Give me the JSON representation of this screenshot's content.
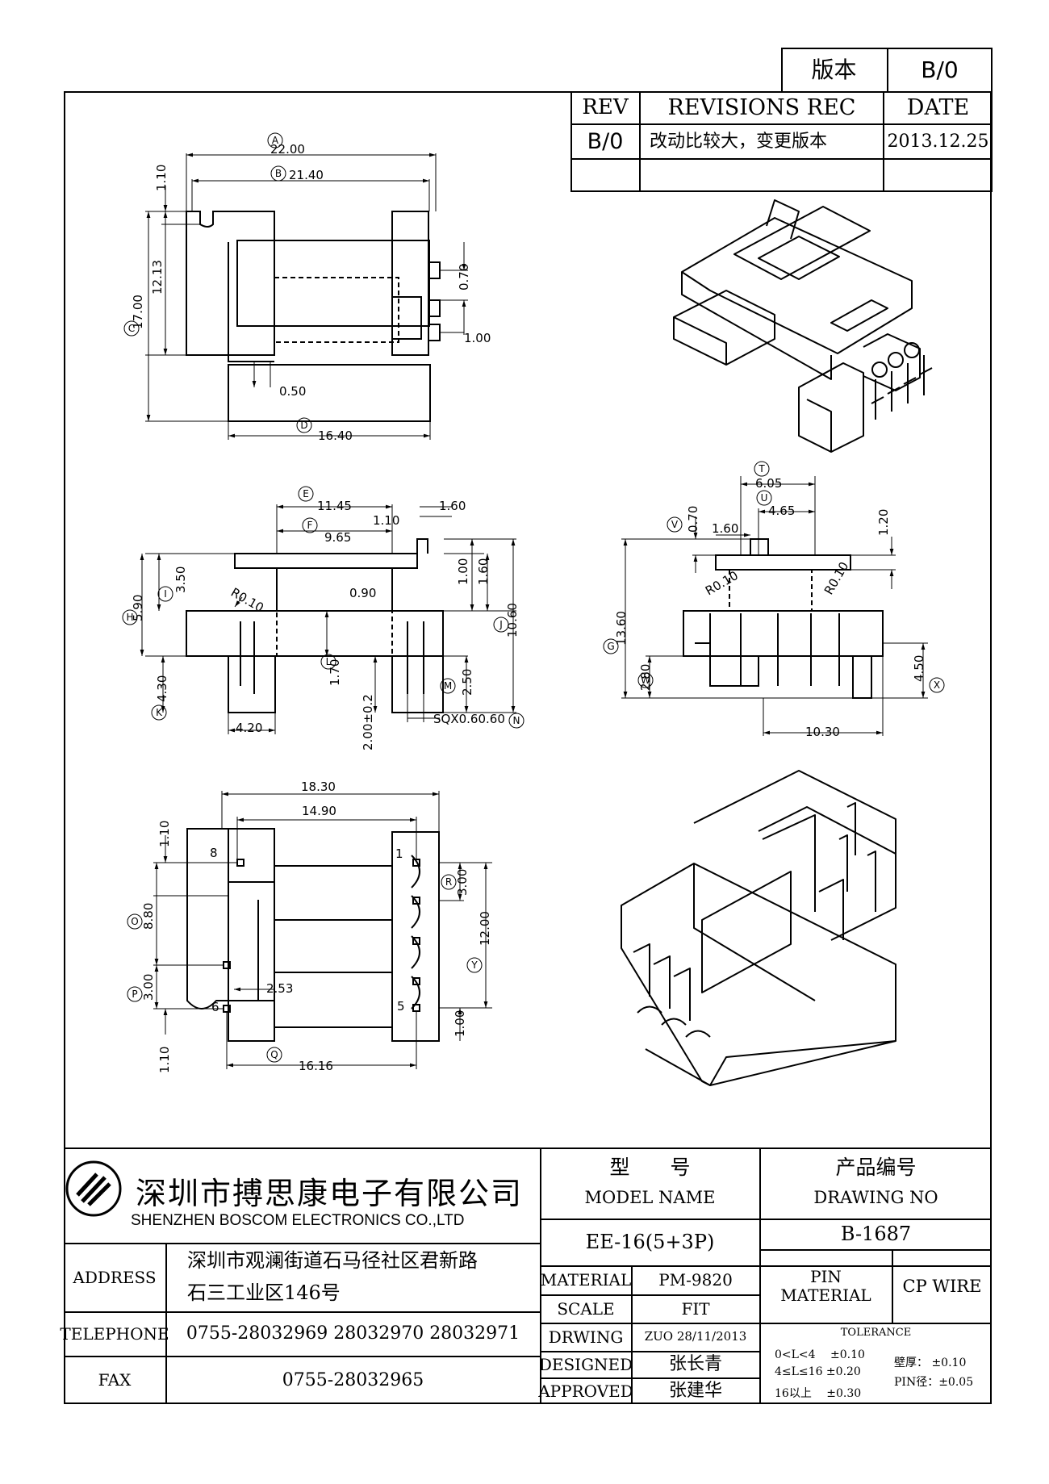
{
  "version_box": {
    "label": "版本",
    "value": "B/0"
  },
  "revision_table": {
    "headers": {
      "rev": "REV",
      "rec": "REVISIONS REC",
      "date": "DATE"
    },
    "rows": [
      {
        "rev": "B/0",
        "rec": "改动比较大，变更版本",
        "date": "2013.12.25"
      }
    ]
  },
  "dims_top": {
    "a": "22.00",
    "b": "21.40",
    "c": "17.00",
    "d": "16.40",
    "h110": "1.10",
    "h1213": "12.13",
    "v070": "0.70",
    "v100": "1.00",
    "v050": "0.50",
    "bA": "A",
    "bB": "B",
    "bC": "C",
    "bD": "D"
  },
  "dims_front": {
    "e": "11.45",
    "f": "9.65",
    "t110": "1.10",
    "t160": "1.60",
    "h": "5.90",
    "i": "3.50",
    "r": "R0.10",
    "d090": "0.90",
    "d100": "1.00",
    "d160": "1.60",
    "j": "10.60",
    "l": "1.70",
    "k": "4.30",
    "w420": "4.20",
    "m": "2.50",
    "d200": "2.00±0.2",
    "n": "SQX0.60.60",
    "bE": "E",
    "bF": "F",
    "bH": "H",
    "bI": "I",
    "bJ": "J",
    "bL": "L",
    "bK": "K",
    "bM": "M",
    "bN": "N"
  },
  "dims_side": {
    "t605": "6.05",
    "u": "4.65",
    "v": "0.70",
    "s160": "1.60",
    "s120": "1.20",
    "r1": "R0.10",
    "r2": "R0.10",
    "g": "13.60",
    "w": "2.80",
    "x": "4.50",
    "s1030": "10.30",
    "bT": "T",
    "bU": "U",
    "bV": "V",
    "bG": "G",
    "bW": "W",
    "bX": "X"
  },
  "dims_bottom": {
    "b1830": "18.30",
    "b1490": "14.90",
    "b110a": "1.10",
    "o": "8.80",
    "p": "3.00",
    "b253": "2.53",
    "q": "16.16",
    "b110b": "1.10",
    "k300": "3.00",
    "y": "12.00",
    "b100": "1.00",
    "pin8": "8",
    "pin6": "6",
    "pin1": "1",
    "pin5": "5",
    "bO": "O",
    "bP": "P",
    "bQ": "Q",
    "bR": "R",
    "bY": "Y"
  },
  "title_block": {
    "company_cn": "深圳市搏思康电子有限公司",
    "company_en": "SHENZHEN BOSCOM ELECTRONICS CO.,LTD",
    "address_label": "ADDRESS",
    "address_line1": "深圳市观澜街道石马径社区君新路",
    "address_line2": "石三工业区146号",
    "telephone_label": "TELEPHONE",
    "telephone": "0755-28032969 28032970 28032971",
    "fax_label": "FAX",
    "fax": "0755-28032965",
    "model_cn": "型　　号",
    "model_en": "MODEL NAME",
    "model_value": "EE-16(5+3P)",
    "drawing_cn": "产品编号",
    "drawing_en": "DRAWING NO",
    "drawing_value": "B-1687",
    "material_label": "MATERIAL",
    "material_value": "PM-9820",
    "pin_material_label": "PIN\nMATERIAL",
    "pin_material_value": "CP WIRE",
    "scale_label": "SCALE",
    "scale_value": "FIT",
    "drwing_label": "DRWING",
    "drwing_value": "ZUO 28/11/2013",
    "designed_label": "DESIGNED",
    "designed_value": "张长青",
    "approved_label": "APPROVED",
    "approved_value": "张建华",
    "tolerance_label": "TOLERANCE",
    "tol1": "0<L<4　 ±0.10",
    "tol2": "4≤L≤16 ±0.20",
    "tol3": "16以上　 ±0.30",
    "tol4": "壁厚： ±0.10",
    "tol5": "PIN径：±0.05"
  }
}
